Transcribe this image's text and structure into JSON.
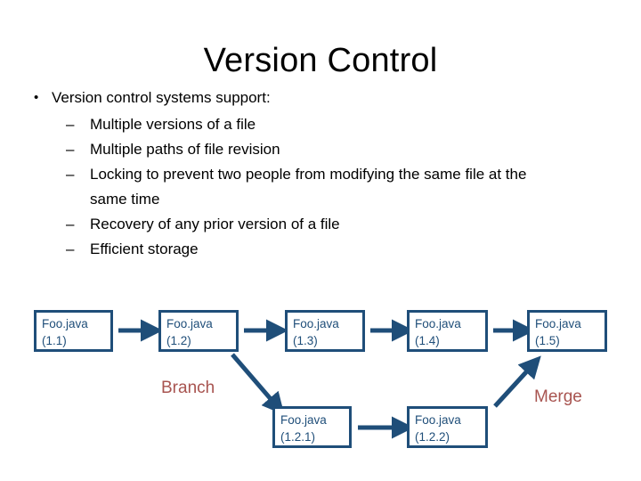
{
  "slide": {
    "title": "Version Control",
    "bullets": [
      {
        "marker": "•",
        "text": "Version control systems support:",
        "children": [
          {
            "marker": "–",
            "text": "Multiple versions of a file"
          },
          {
            "marker": "–",
            "text": "Multiple paths of file revision"
          },
          {
            "marker": "–",
            "text": "Locking to prevent two people from modifying the same file at the",
            "text2": "same time"
          },
          {
            "marker": "–",
            "text": "Recovery of any prior version of a file"
          },
          {
            "marker": "–",
            "text": "Efficient storage"
          }
        ]
      }
    ]
  },
  "diagram": {
    "box_border_color": "#1F4E79",
    "arrow_color": "#1F4E79",
    "note_color": "#A85450",
    "boxes": [
      {
        "name": "foo-1-1",
        "line1": "Foo.java",
        "line2": "(1.1)"
      },
      {
        "name": "foo-1-2",
        "line1": "Foo.java",
        "line2": "(1.2)"
      },
      {
        "name": "foo-1-3",
        "line1": "Foo.java",
        "line2": "(1.3)"
      },
      {
        "name": "foo-1-4",
        "line1": "Foo.java",
        "line2": "(1.4)"
      },
      {
        "name": "foo-1-5",
        "line1": "Foo.java",
        "line2": "(1.5)"
      },
      {
        "name": "foo-1-2-1",
        "line1": "Foo.java",
        "line2": "(1.2.1)"
      },
      {
        "name": "foo-1-2-2",
        "line1": "Foo.java",
        "line2": "(1.2.2)"
      }
    ],
    "notes": {
      "branch": "Branch",
      "merge": "Merge"
    }
  }
}
